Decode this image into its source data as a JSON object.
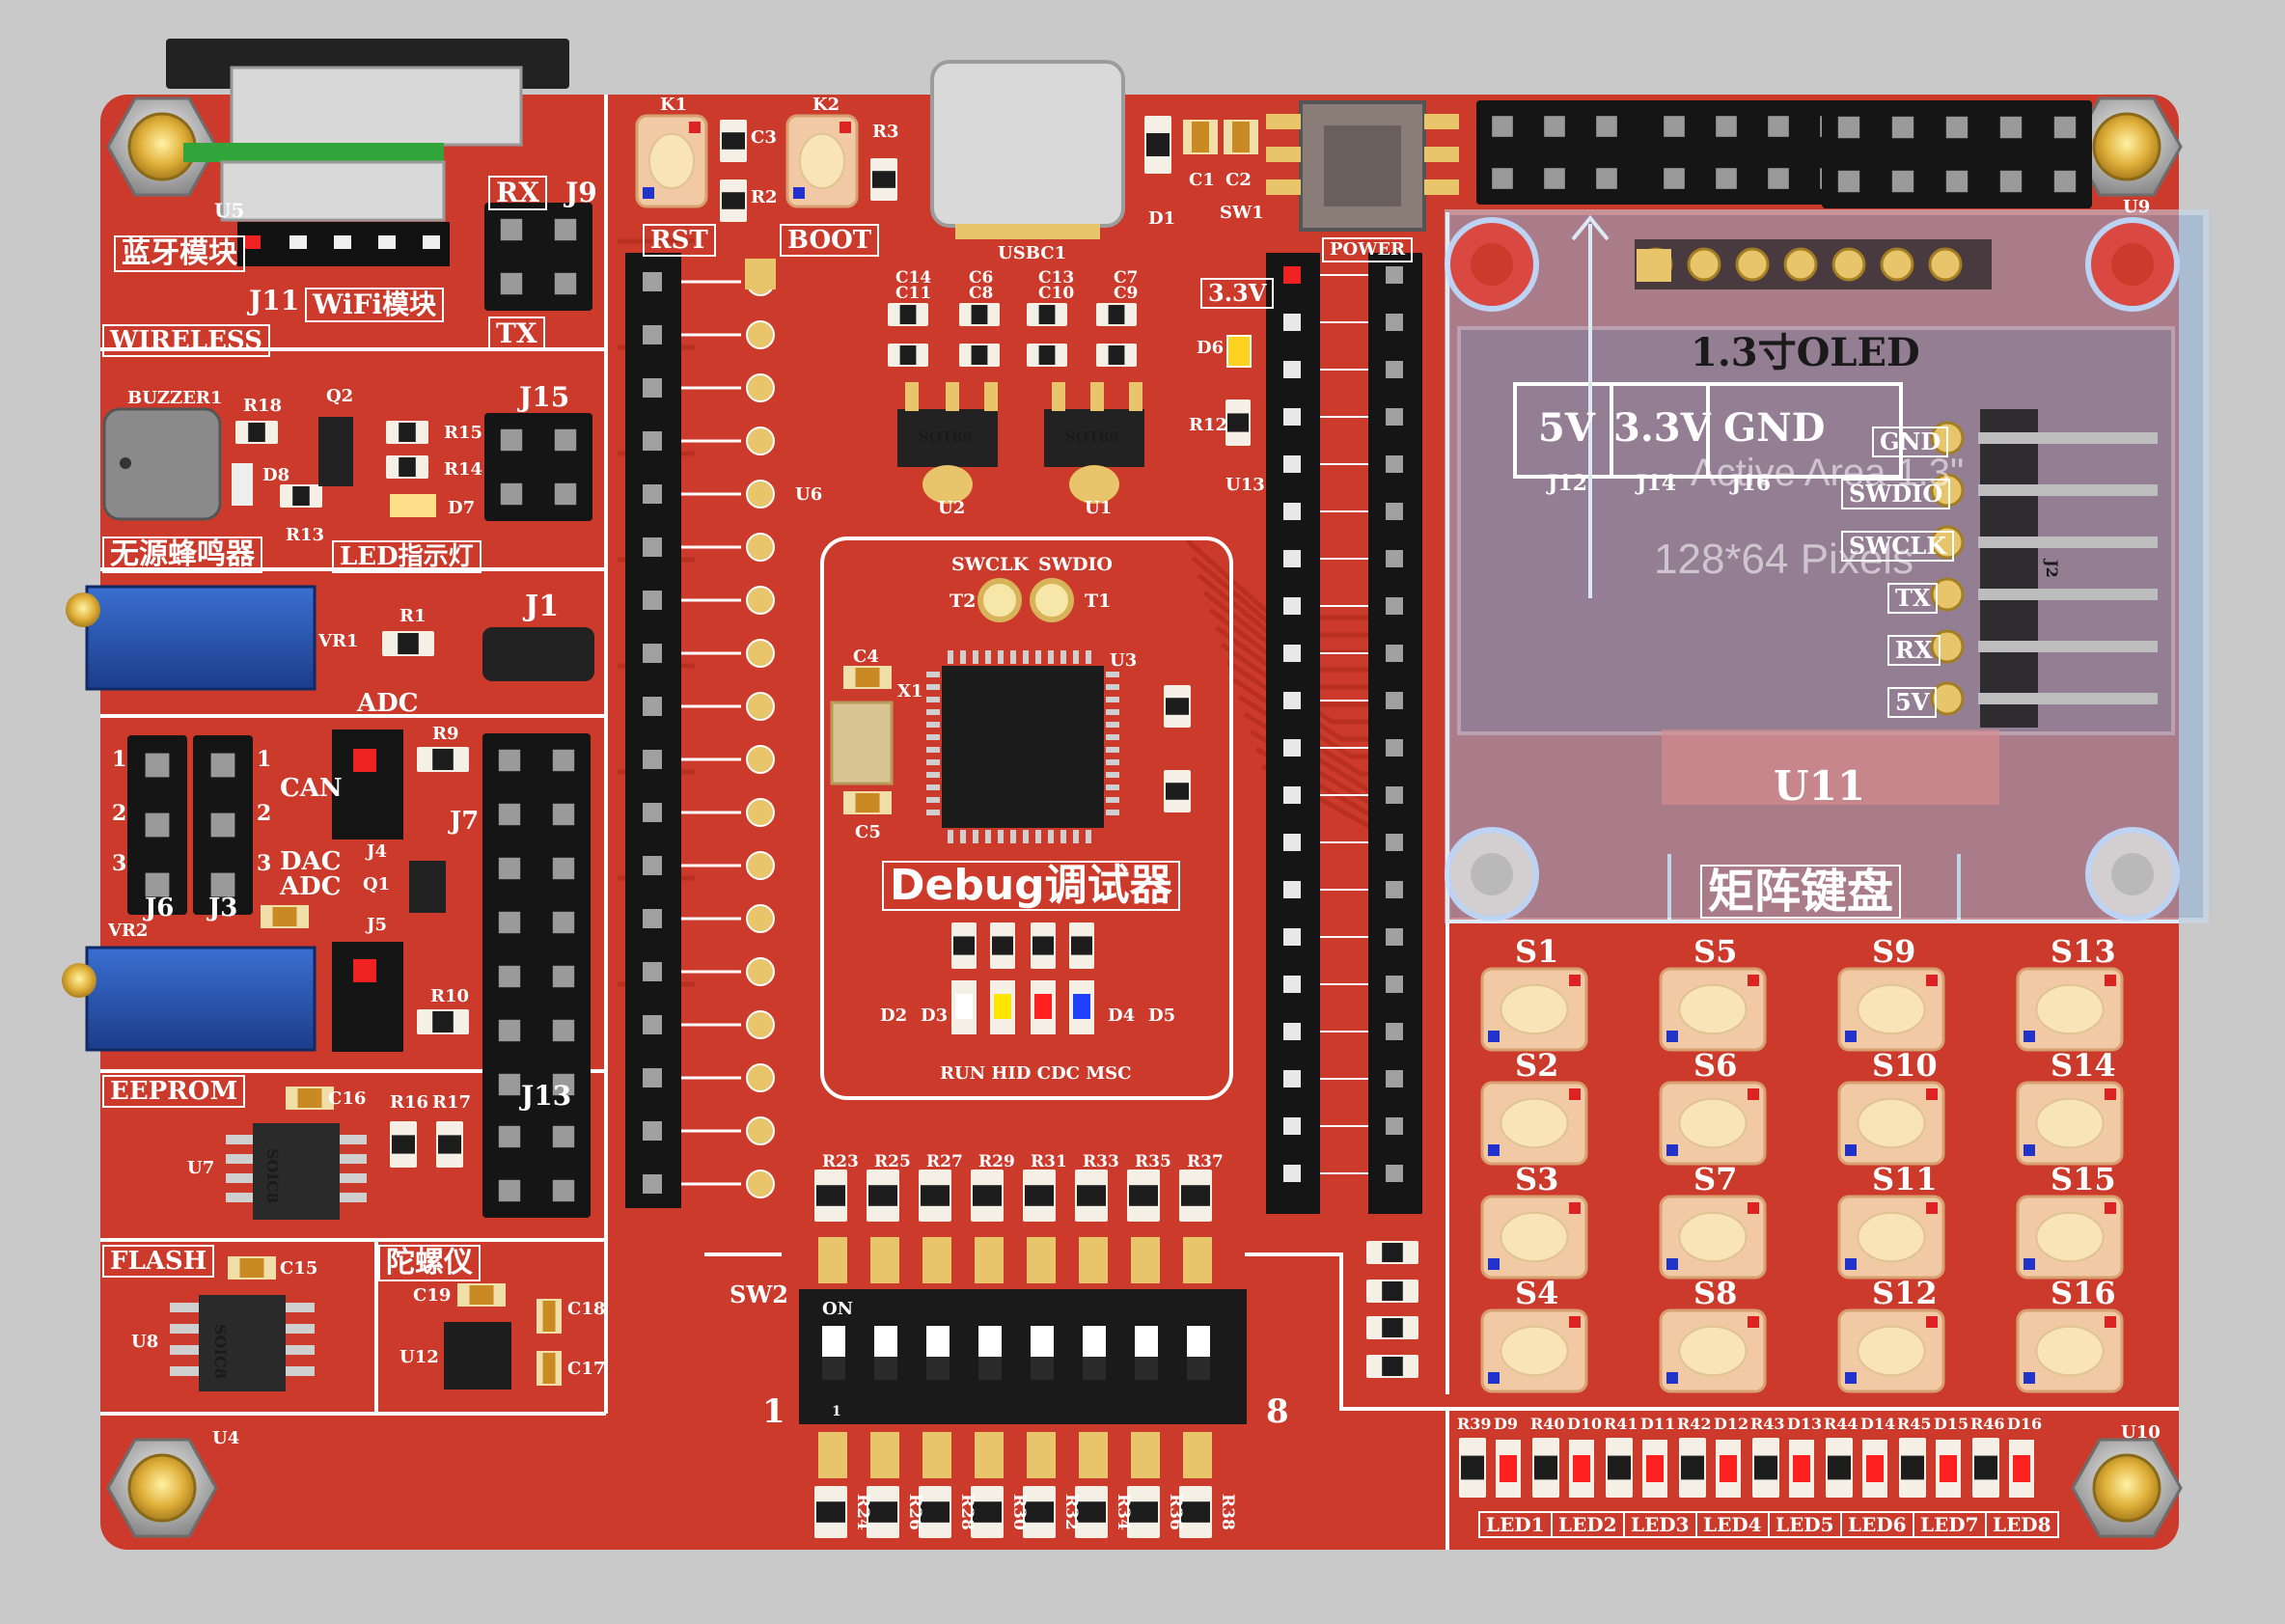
{
  "board": {
    "colors": {
      "pcb": "#cc3a2b",
      "silk": "#ffffff",
      "header": "#151515",
      "pad": "#e8c56a",
      "oled": "#8fb3d9"
    },
    "sections": {
      "wireless": "WIRELESS",
      "bluetooth": "蓝牙模块",
      "wifi": "WiFi模块",
      "j11": "J11",
      "u5": "U5",
      "rx": "RX",
      "j9": "J9",
      "tx": "TX",
      "buzzer_ref": "BUZZER1",
      "buzzer_name": "无源蜂鸣器",
      "led_indicator": "LED指示灯",
      "j15": "J15",
      "adc": "ADC",
      "vr1": "VR1",
      "r1": "R1",
      "j1": "J1",
      "can": "CAN",
      "dac": "DAC",
      "adc2": "ADC",
      "j4": "J4",
      "j5": "J5",
      "j6": "J6",
      "j3": "J3",
      "j7": "J7",
      "q1": "Q1",
      "r9": "R9",
      "r10": "R10",
      "vr2": "VR2",
      "pin1": "1",
      "pin2": "2",
      "pin3": "3",
      "pin1b": "1",
      "pin2b": "2",
      "pin3b": "3",
      "eeprom": "EEPROM",
      "c16": "C16",
      "r16": "R16",
      "r17": "R17",
      "u7": "U7",
      "j13": "J13",
      "soic": "SOIC8",
      "flash": "FLASH",
      "c15": "C15",
      "u8": "U8",
      "soic2": "SOIC8",
      "gyro": "陀螺仪",
      "c19": "C19",
      "c18": "C18",
      "c17": "C17",
      "u12": "U12",
      "u4": "U4",
      "r18": "R18",
      "q2": "Q2",
      "r15": "R15",
      "r14": "R14",
      "d8": "D8",
      "r13": "R13",
      "d7": "D7"
    },
    "top": {
      "k1": "K1",
      "k2": "K2",
      "rst": "RST",
      "boot": "BOOT",
      "c3": "C3",
      "r2": "R2",
      "r3": "R3",
      "usb": "USBC1",
      "d1": "D1",
      "c1": "C1",
      "c2": "C2",
      "sw1": "SW1",
      "power": "POWER",
      "u6": "U6",
      "u13": "U13",
      "v33": "3.3V",
      "d6": "D6",
      "r12": "R12",
      "u9": "U9"
    },
    "debug": {
      "caps": [
        "C14",
        "C11",
        "C6",
        "C8",
        "C13",
        "C10",
        "C7",
        "C9"
      ],
      "u2": "U2",
      "u1": "U1",
      "sot": "SOT89",
      "sot2": "SOT89",
      "swclk": "SWCLK",
      "swdio": "SWDIO",
      "t2": "T2",
      "t1": "T1",
      "u3": "U3",
      "c4": "C4",
      "x1": "X1",
      "c5": "C5",
      "title": "Debug调试器",
      "d2": "D2",
      "d3": "D3",
      "d4": "D4",
      "d5": "D5",
      "status": "RUN HID CDC MSC"
    },
    "dip": {
      "sw2": "SW2",
      "on": "ON",
      "one": "1",
      "eight": "8",
      "pin_one": "1",
      "r_top": [
        "R23",
        "R25",
        "R27",
        "R29",
        "R31",
        "R33",
        "R35",
        "R37"
      ],
      "r_bottom": [
        "R24",
        "R26",
        "R28",
        "R30",
        "R32",
        "R34",
        "R36",
        "R38"
      ]
    },
    "oled": {
      "title": "1.3寸OLED",
      "v5": "5V",
      "v33": "3.3V",
      "gnd": "GND",
      "j12": "J12",
      "j14": "J14",
      "j16": "J16",
      "pins": [
        "GND",
        "SWDIO",
        "SWCLK",
        "TX",
        "RX",
        "5V"
      ],
      "ghost1": "Active Area 1.3\"",
      "ghost2": "128*64 Pixels",
      "j2": "J2",
      "u11": "U11"
    },
    "keypad": {
      "title": "矩阵键盘",
      "keys": [
        "S1",
        "S5",
        "S9",
        "S13",
        "S2",
        "S6",
        "S10",
        "S14",
        "S3",
        "S7",
        "S11",
        "S15",
        "S4",
        "S8",
        "S12",
        "S16"
      ]
    },
    "leds": {
      "labels": [
        "LED1",
        "LED2",
        "LED3",
        "LED4",
        "LED5",
        "LED6",
        "LED7",
        "LED8"
      ],
      "refs": [
        "R39",
        "D9",
        "R40",
        "D10",
        "R41",
        "D11",
        "R42",
        "D12",
        "R43",
        "D13",
        "R44",
        "D14",
        "R45",
        "D15",
        "R46",
        "D16"
      ],
      "u10": "U10"
    }
  }
}
